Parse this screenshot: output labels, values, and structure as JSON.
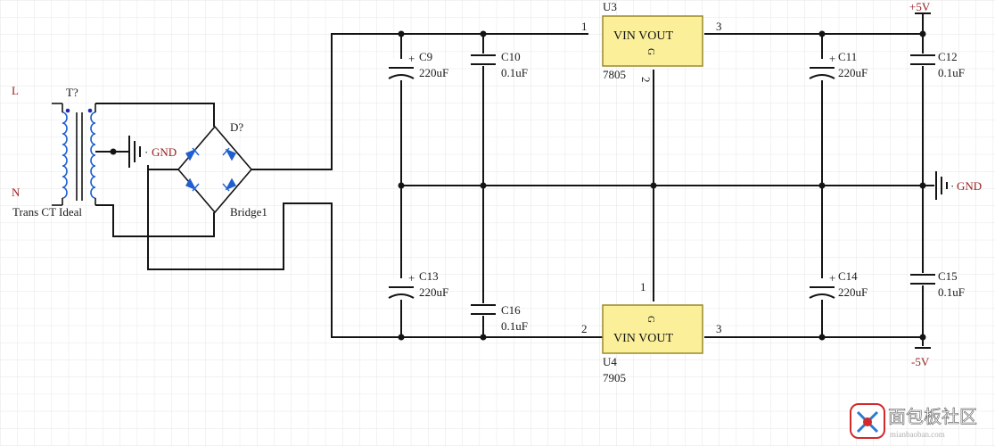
{
  "colors": {
    "wire": "#141414",
    "ic_fill": "#fbf099",
    "ic_border": "#9a8a2a",
    "grid": "#e6e6e6",
    "net_label": "#1f2bb0",
    "power_label": "#9a2020",
    "diode": "#1f5fd0"
  },
  "transformer": {
    "designator": "T?",
    "name": "Trans CT Ideal",
    "left_top": "L",
    "left_bottom": "N"
  },
  "bridge": {
    "designator": "D?",
    "name": "Bridge1"
  },
  "gnd_left": "GND",
  "gnd_right": "GND",
  "power_pos": "+5V",
  "power_neg": "-5V",
  "u3": {
    "designator": "U3",
    "part": "7805",
    "text": "VIN VOUT",
    "gnd_pin_text": "G",
    "pin_in": "1",
    "pin_out": "3",
    "pin_gnd": "2"
  },
  "u4": {
    "designator": "U4",
    "part": "7905",
    "text": "VIN VOUT",
    "gnd_pin_text": "G",
    "pin_in": "2",
    "pin_out": "3",
    "pin_gnd": "1"
  },
  "capacitors": {
    "c9": {
      "ref": "C9",
      "value": "220uF"
    },
    "c10": {
      "ref": "C10",
      "value": "0.1uF"
    },
    "c11": {
      "ref": "C11",
      "value": "220uF"
    },
    "c12": {
      "ref": "C12",
      "value": "0.1uF"
    },
    "c13": {
      "ref": "C13",
      "value": "220uF"
    },
    "c14": {
      "ref": "C14",
      "value": "220uF"
    },
    "c15": {
      "ref": "C15",
      "value": "0.1uF"
    },
    "c16": {
      "ref": "C16",
      "value": "0.1uF"
    }
  },
  "watermark": {
    "text": "面包板社区",
    "subtext": "mianbaoban.com"
  }
}
